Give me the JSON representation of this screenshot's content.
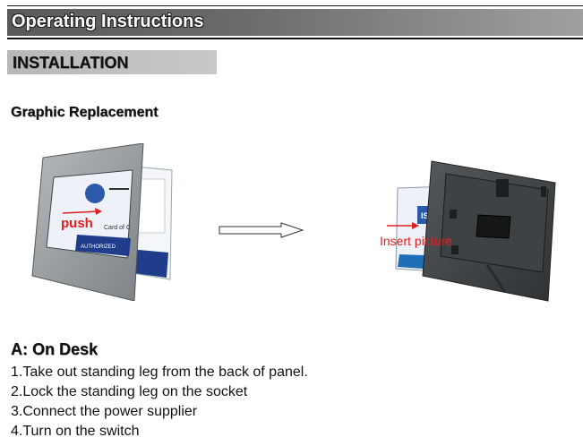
{
  "header": {
    "title": "Operating Instructions"
  },
  "section": {
    "title": "INSTALLATION"
  },
  "graphic": {
    "heading": "Graphic Replacement",
    "left_photo": {
      "label": "push",
      "card_text": "Card of C",
      "card_footer": "AUTHORIZED"
    },
    "right_photo": {
      "label": "Insert picture",
      "card_text": "ISA"
    }
  },
  "desk": {
    "heading": "A: On Desk",
    "steps": [
      "1.Take out standing leg from the back of panel.",
      "2.Lock the standing leg on the socket",
      "3.Connect the power supplier",
      "4.Turn on the switch"
    ]
  },
  "colors": {
    "title_bar": "#6a6a6a",
    "section_bar": "#bdbdbd",
    "annotation": "#e02020"
  }
}
